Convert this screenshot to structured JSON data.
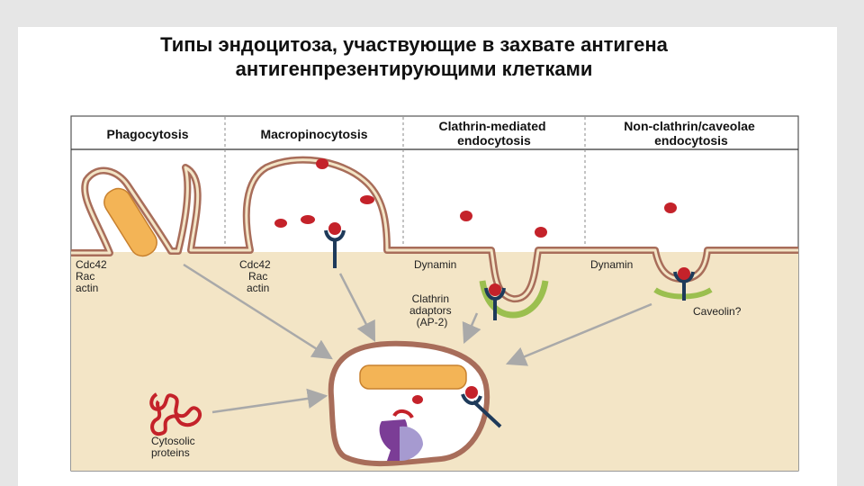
{
  "title": {
    "line1": "Типы эндоцитоза, участвующие в захвате антигена",
    "line2": "антигенпрезентирующими клетками"
  },
  "columns": [
    {
      "lines": [
        "Phagocytosis"
      ]
    },
    {
      "lines": [
        "Macropinocytosis"
      ]
    },
    {
      "lines": [
        "Clathrin-mediated",
        "endocytosis"
      ]
    },
    {
      "lines": [
        "Non-clathrin/caveolae",
        "endocytosis"
      ]
    }
  ],
  "labels": {
    "phago_factors": [
      "Cdc42",
      "Rac",
      "actin"
    ],
    "macro_factors": [
      "Cdc42",
      "Rac",
      "actin"
    ],
    "dynamin_1": "Dynamin",
    "dynamin_2": "Dynamin",
    "clathrin": [
      "Clathrin",
      "adaptors",
      "(AP-2)"
    ],
    "caveolin": "Caveolin?",
    "cytosolic": [
      "Cytosolic",
      "proteins"
    ]
  },
  "colors": {
    "cytoplasm": "#f3e5c6",
    "membrane": "#a86d5a",
    "antigen": "#c4222a",
    "receptor": "#1e3a5a",
    "particle": "#f3b456",
    "clathrin": "#9bbf4f",
    "mhc_purple": "#7b3d96",
    "mhc_lilac": "#a69ad0",
    "arrow": "#a9a9a9"
  }
}
